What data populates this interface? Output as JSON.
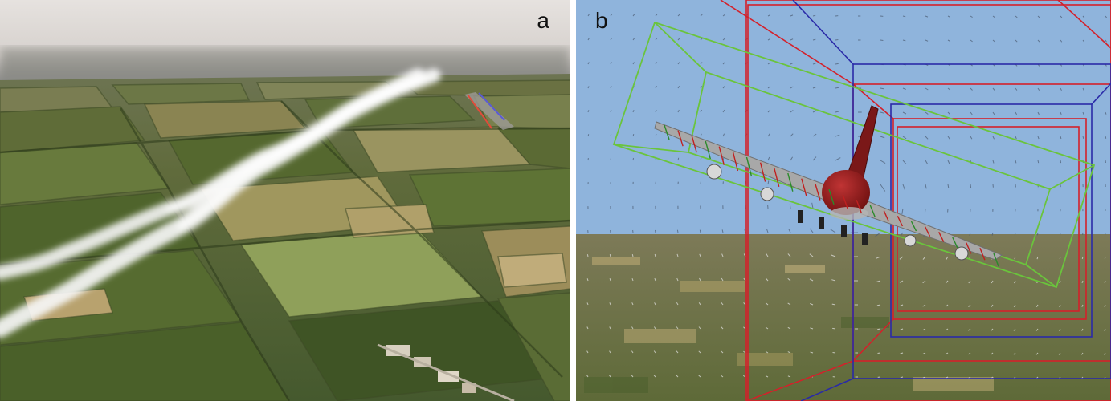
{
  "panels": [
    {
      "id": "a",
      "label": "a"
    },
    {
      "id": "b",
      "label": "b"
    }
  ],
  "colors": {
    "sky_haze": "#d8d4d0",
    "sky_blue": "#8fb4dc",
    "field_green": "#5a6e3a",
    "bounding_red": "#d4202a",
    "bounding_blue": "#2a2aa8",
    "plane_green": "#6ac43c",
    "fuselage_red": "#8a1a1a",
    "smoke_white": "#f4f4f4"
  },
  "icons": [
    "aircraft-icon",
    "smoke-trail-icon",
    "wake-vector-field-icon"
  ]
}
